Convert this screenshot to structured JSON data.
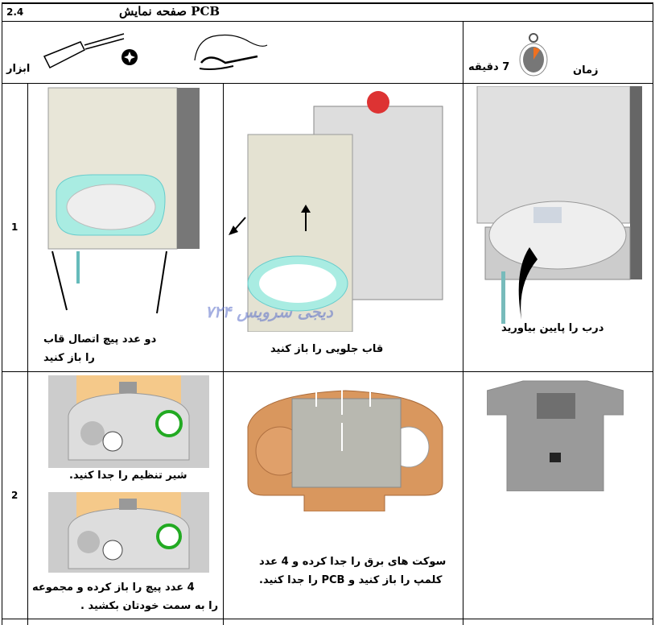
{
  "header": {
    "section_number": "2.4",
    "title": "PCB صفحه نمایش"
  },
  "tools": {
    "label": "ابزار",
    "icons": [
      "screwdriver-icon",
      "torx-bit-icon",
      "hand-icon"
    ]
  },
  "time": {
    "label": "زمان",
    "value": "7 دقیقه",
    "icon": "stopwatch-icon"
  },
  "watermark": "دیجی سرویس ۷۲۴",
  "steps": [
    {
      "number": "1",
      "cells": [
        {
          "caption_line1": "دو عدد پیچ اتصال قاب",
          "caption_line2": "را باز کنید"
        },
        {
          "caption": "قاب جلویی را باز کنید"
        },
        {
          "caption": "درب را پایین بیاورید"
        }
      ]
    },
    {
      "number": "2",
      "cells": [
        {
          "caption_a": "شیر تنظیم را جدا کنید.",
          "caption_b_line1": "4 عدد پیچ را باز کرده و مجموعه",
          "caption_b_line2": "را به سمت خودتان بکشید ."
        },
        {
          "caption_line1": "سوکت های برق را جدا کرده و 4 عدد",
          "caption_line2": "کلمپ را باز کنید و PCB را جدا کنید."
        },
        {}
      ]
    }
  ]
}
